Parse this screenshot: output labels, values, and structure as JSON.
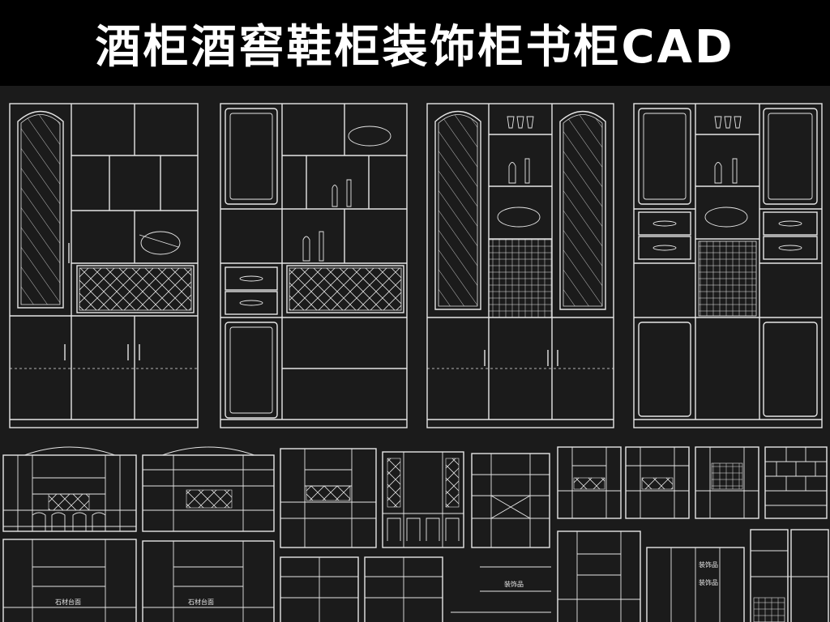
{
  "header": {
    "title": "酒柜酒窖鞋柜装饰柜书柜CAD"
  },
  "labels": {
    "stone_top_1": "石材台面",
    "stone_top_2": "石材台面",
    "decor_1": "装饰品",
    "decor_2": "装饰品",
    "decor_3": "装饰品"
  },
  "colors": {
    "background": "#1b1b1b",
    "header": "#000000",
    "line": "#e6e6e6"
  }
}
